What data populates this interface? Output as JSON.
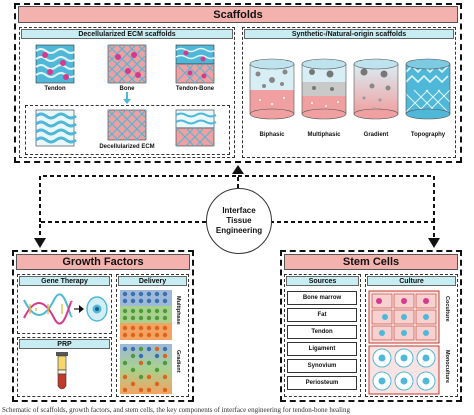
{
  "center": {
    "line1": "Interface",
    "line2": "Tissue",
    "line3": "Engineering"
  },
  "scaffolds": {
    "title": "Scaffolds",
    "decell_title": "Decellularized ECM scaffolds",
    "synthetic_title": "Synthetic-/Natural-origin scaffolds",
    "decell_labels": [
      "Tendon",
      "Bone",
      "Tendon-Bone"
    ],
    "decell_bottom_label": "Decellularized ECM",
    "synthetic_labels": [
      "Biphasic",
      "Multiphasic",
      "Gradient",
      "Topography"
    ]
  },
  "growth_factors": {
    "title": "Growth Factors",
    "gene_therapy": "Gene Therapy",
    "delivery": "Delivery",
    "prp": "PRP",
    "delivery_labels": [
      "Multiphase",
      "Gradient"
    ]
  },
  "stem_cells": {
    "title": "Stem Cells",
    "sources": "Sources",
    "culture": "Culture",
    "source_items": [
      "Bone marrow",
      "Fat",
      "Tendon",
      "Ligament",
      "Synovium",
      "Periosteum"
    ],
    "culture_labels": [
      "Coculture",
      "Monoculture"
    ]
  },
  "caption": "Schematic of scaffolds, growth factors, and stem cells, the key components of interface engineering for tendon-bone healing",
  "colors": {
    "title_bar": "#f3b2ae",
    "sub_bar": "#c7ecf2",
    "tendon_blue": "#4fb8d8",
    "bone_pink": "#f0a0a0",
    "cell_magenta": "#d63a8c"
  }
}
